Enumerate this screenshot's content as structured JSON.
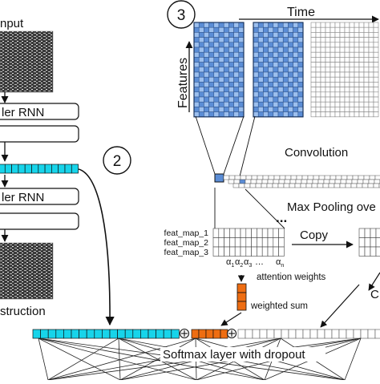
{
  "left_column": {
    "input_label": "nput",
    "encoder_label": "ler RNN",
    "decoder_label": "ler RNN",
    "reconstruction_label": "struction"
  },
  "step_markers": {
    "two": "2",
    "three": "3"
  },
  "feature_block": {
    "time_label": "Time",
    "features_label": "Features"
  },
  "operations": {
    "convolution_label": "Convolution",
    "max_pooling_label": "Max Pooling ove",
    "ellipsis": "...",
    "copy_label": "Copy",
    "right_partial_label": "C"
  },
  "feature_maps": [
    "feat_map_1",
    "feat_map_2",
    "feat_map_3"
  ],
  "attention": {
    "weights": [
      {
        "base": "α",
        "sub": "1"
      },
      {
        "base": "α",
        "sub": "2"
      },
      {
        "base": "α",
        "sub": "3"
      },
      {
        "base": "…",
        "sub": ""
      },
      {
        "base": "α",
        "sub": "n"
      }
    ],
    "weights_label": "attention weights",
    "weighted_sum_label": "weighted sum"
  },
  "concat_symbol": "⊕",
  "softmax_label": "Softmax layer with dropout",
  "colors": {
    "cyan": "#17d4ea",
    "orange": "#ee6d12",
    "blue_fill": "#5b8dd6",
    "blue_light": "#9cbfee",
    "line": "#111111"
  }
}
